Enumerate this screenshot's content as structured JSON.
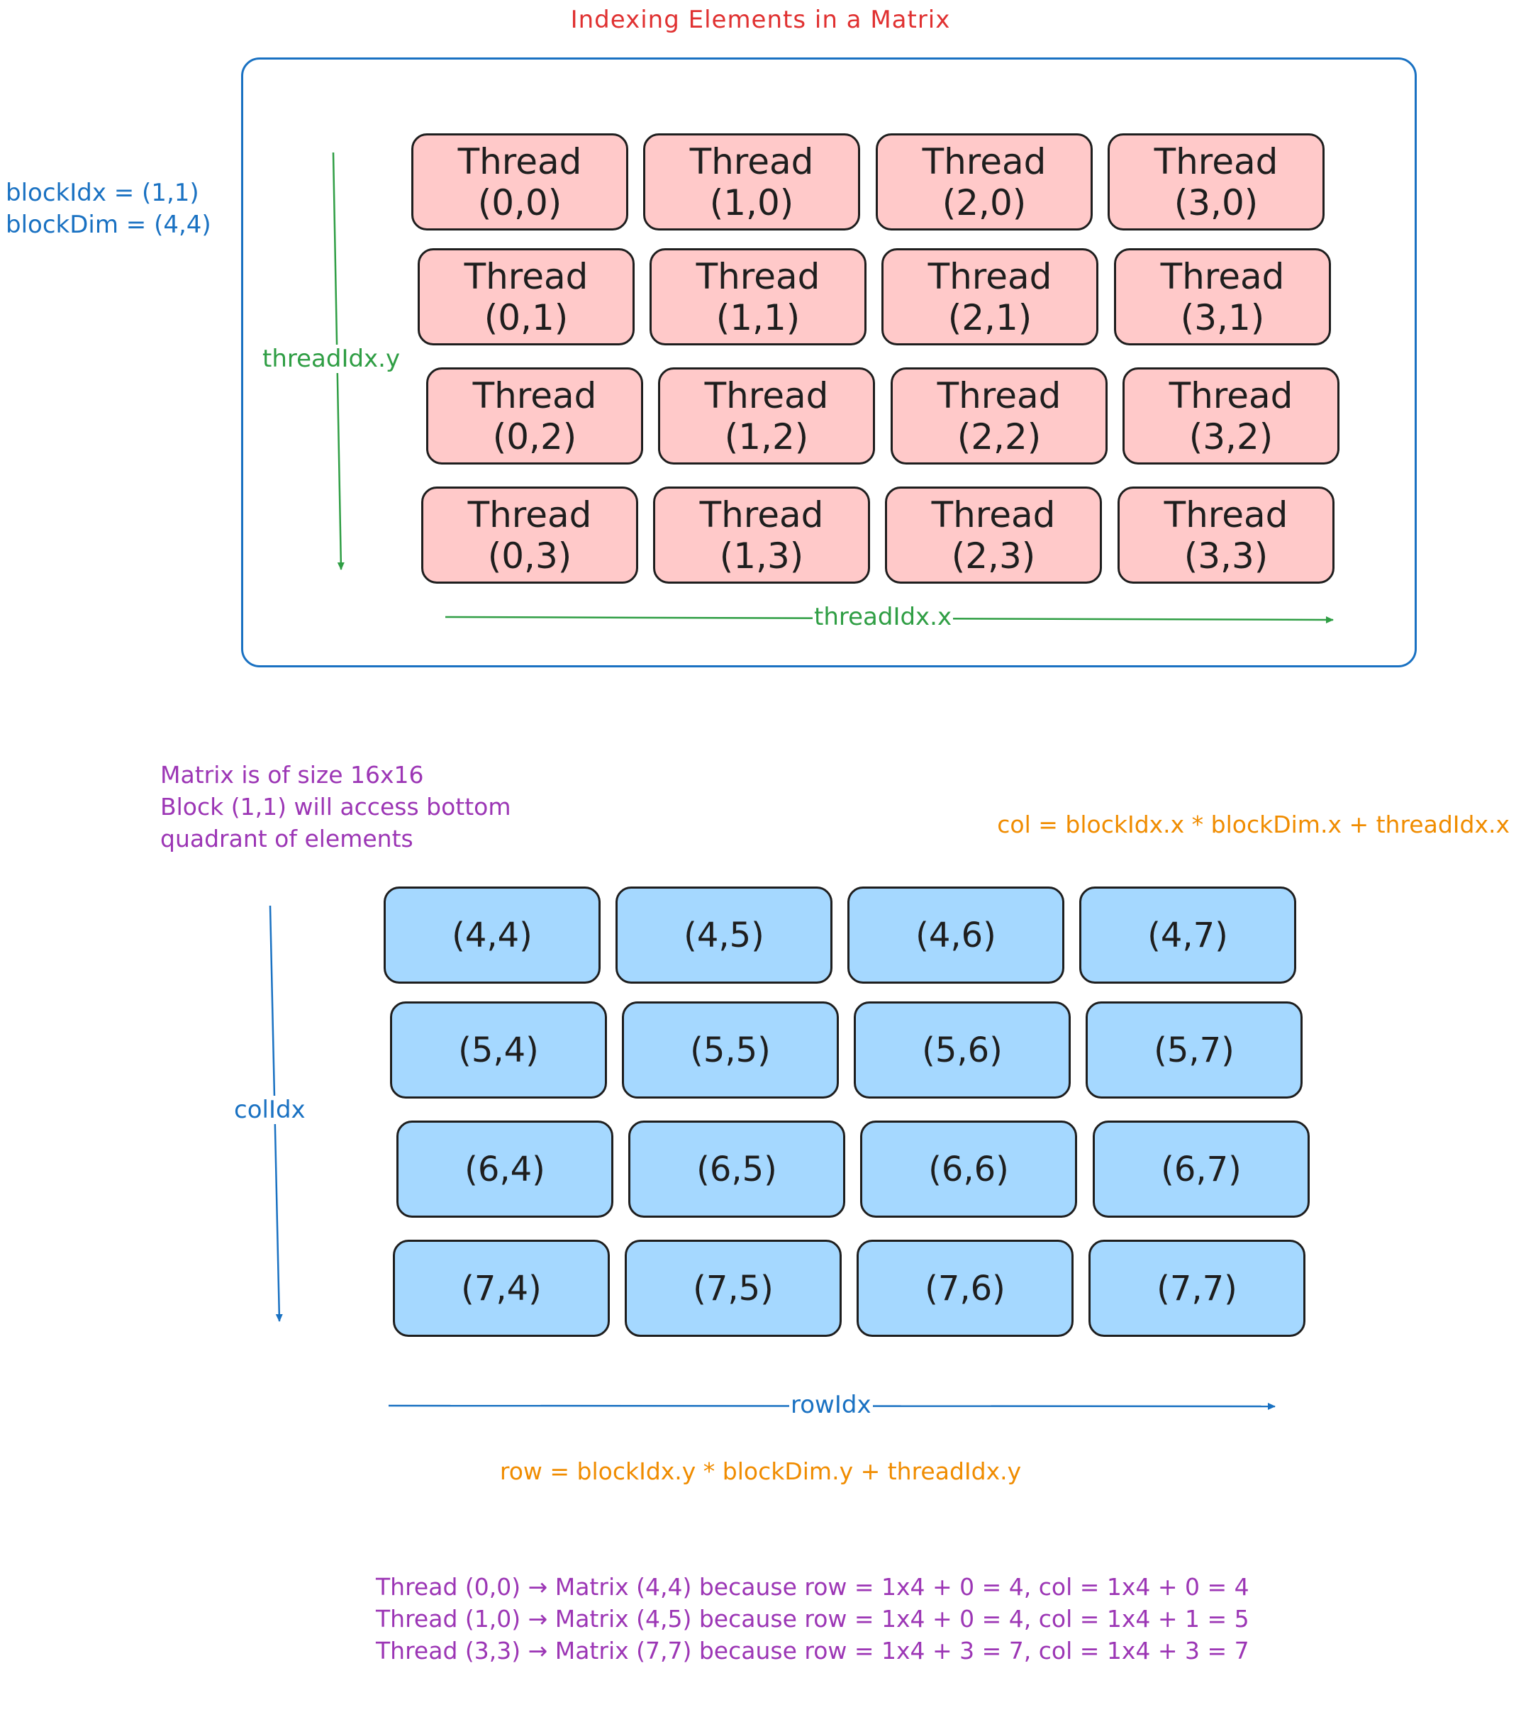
{
  "title": "Indexing Elements in a Matrix",
  "block_info": {
    "line1": "blockIdx = (1,1)",
    "line2": "blockDim = (4,4)"
  },
  "thread_grid": {
    "thread_word": "Thread",
    "axis_y_label": "threadIdx.y",
    "axis_x_label": "threadIdx.x",
    "rows": [
      [
        "(0,0)",
        "(1,0)",
        "(2,0)",
        "(3,0)"
      ],
      [
        "(0,1)",
        "(1,1)",
        "(2,1)",
        "(3,1)"
      ],
      [
        "(0,2)",
        "(1,2)",
        "(2,2)",
        "(3,2)"
      ],
      [
        "(0,3)",
        "(1,3)",
        "(2,3)",
        "(3,3)"
      ]
    ]
  },
  "matrix_note": {
    "line1": "Matrix is of size 16x16",
    "line2": "Block (1,1) will access bottom",
    "line3": "quadrant of elements"
  },
  "col_formula": "col = blockIdx.x * blockDim.x + threadIdx.x",
  "row_formula": "row = blockIdx.y * blockDim.y + threadIdx.y",
  "element_grid": {
    "axis_y_label": "colIdx",
    "axis_x_label": "rowIdx",
    "rows": [
      [
        "(4,4)",
        "(4,5)",
        "(4,6)",
        "(4,7)"
      ],
      [
        "(5,4)",
        "(5,5)",
        "(5,6)",
        "(5,7)"
      ],
      [
        "(6,4)",
        "(6,5)",
        "(6,6)",
        "(6,7)"
      ],
      [
        "(7,4)",
        "(7,5)",
        "(7,6)",
        "(7,7)"
      ]
    ]
  },
  "examples": [
    "Thread (0,0) → Matrix (4,4) because row = 1x4 + 0 = 4, col = 1x4 + 0 = 4",
    "Thread (1,0) → Matrix (4,5) because row = 1x4 + 0 = 4, col = 1x4 + 1 = 5",
    "Thread (3,3) → Matrix (7,7) because row = 1x4 + 3 = 7, col = 1x4 + 3 = 7"
  ],
  "colors": {
    "title": "#e03131",
    "block_frame": "#1971c2",
    "thread_fill": "#ffc9c9",
    "element_fill": "#a5d8ff",
    "thread_axis": "#2f9e44",
    "element_axis": "#1971c2",
    "note_purple": "#9c36b5",
    "formula_orange": "#f08c00"
  }
}
